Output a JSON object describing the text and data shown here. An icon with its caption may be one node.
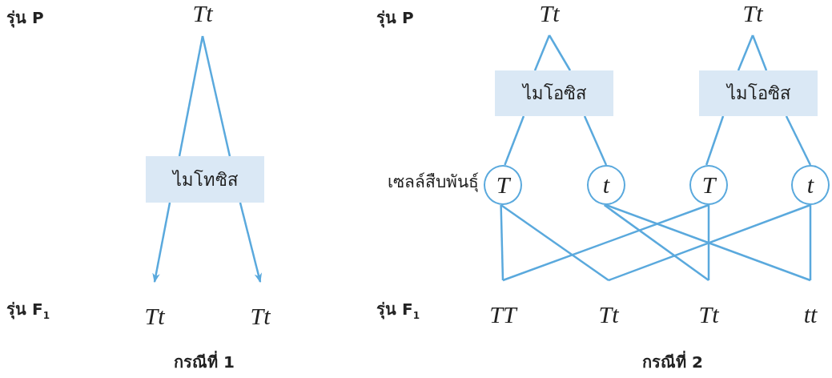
{
  "diagram": {
    "nodes": [
      {
        "text": [
          "Tt"
        ]
      },
      {
        "text": [
          "ไมโทซิส"
        ]
      },
      {
        "text": [
          "Tt"
        ]
      },
      {
        "text": [
          "Tt"
        ]
      },
      {
        "text": [
          "Tt"
        ]
      },
      {
        "text": [
          "Tt"
        ]
      },
      {
        "text": [
          "ไมโอซิส"
        ]
      },
      {
        "text": [
          "ไมโอซิส"
        ]
      },
      {
        "text": [
          "T"
        ]
      },
      {
        "text": [
          "t"
        ]
      },
      {
        "text": [
          "T"
        ]
      },
      {
        "text": [
          "t"
        ]
      },
      {
        "text": [
          "TT"
        ]
      },
      {
        "text": [
          "Tt"
        ]
      },
      {
        "text": [
          "Tt"
        ]
      },
      {
        "text": [
          "tt"
        ]
      }
    ],
    "edges": [
      {
        "from": 0,
        "to": 1,
        "arrow": "none"
      },
      {
        "from": 0,
        "to": 1,
        "arrow": "none"
      },
      {
        "from": 1,
        "to": 2,
        "arrow": "to"
      },
      {
        "from": 1,
        "to": 3,
        "arrow": "to"
      },
      {
        "from": 4,
        "to": 6,
        "arrow": "none"
      },
      {
        "from": 4,
        "to": 6,
        "arrow": "none"
      },
      {
        "from": 5,
        "to": 7,
        "arrow": "none"
      },
      {
        "from": 5,
        "to": 7,
        "arrow": "none"
      },
      {
        "from": 6,
        "to": 8,
        "arrow": "none"
      },
      {
        "from": 6,
        "to": 9,
        "arrow": "none"
      },
      {
        "from": 7,
        "to": 10,
        "arrow": "none"
      },
      {
        "from": 7,
        "to": 11,
        "arrow": "none"
      },
      {
        "from": 8,
        "to": 12,
        "arrow": "none"
      },
      {
        "from": 8,
        "to": 13,
        "arrow": "none"
      },
      {
        "from": 9,
        "to": 14,
        "arrow": "none"
      },
      {
        "from": 9,
        "to": 15,
        "arrow": "none"
      },
      {
        "from": 10,
        "to": 12,
        "arrow": "none"
      },
      {
        "from": 10,
        "to": 14,
        "arrow": "none"
      },
      {
        "from": 11,
        "to": 13,
        "arrow": "none"
      },
      {
        "from": 11,
        "to": 15,
        "arrow": "none"
      }
    ],
    "labels": [
      "รุ่น P",
      "รุ่น P",
      "เซลล์สืบพันธุ์",
      "รุ่น F$_{1}$",
      "รุ่น F$_{1}$",
      "กรณีที่ 1",
      "กรณีที่ 2"
    ]
  }
}
